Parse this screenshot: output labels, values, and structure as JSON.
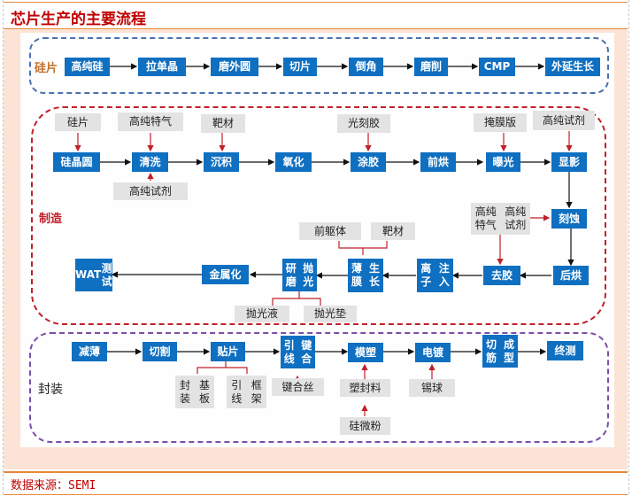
{
  "title": "芯片生产的主要流程",
  "footer": "数据来源：SEMI",
  "colors": {
    "node_fill": "#0f6fc0",
    "material_fill": "#e3e3e3",
    "silicon_border": "#4a72b0",
    "manufacturing_border": "#c0202a",
    "packaging_border": "#7a4fa8",
    "title_color": "#c00000",
    "accent_line": "#e8883a"
  },
  "silicon": {
    "label": "硅片",
    "steps": [
      "高纯硅",
      "拉单晶",
      "磨外圆",
      "切片",
      "倒角",
      "磨削",
      "CMP",
      "外延生长"
    ]
  },
  "manufacturing": {
    "label": "制造",
    "steps": {
      "wafer": "硅晶圆",
      "clean": "清洗",
      "deposit": "沉积",
      "oxidize": "氧化",
      "coat": "涂胶",
      "prebake": "前烘",
      "expose": "曝光",
      "develop": "显影",
      "etch": "刻蚀",
      "postbake": "后烘",
      "strip": "去胶",
      "implant_l1": "离子",
      "implant_l2": "注入",
      "film_l1": "薄膜",
      "film_l2": "生长",
      "cmp_l1": "研磨",
      "cmp_l2": "抛光",
      "metal": "金属化",
      "wat_l1": "WAT",
      "wat_l2": "测试"
    },
    "materials": {
      "wafer_in": "硅片",
      "gas": "高纯特气",
      "reagent_clean": "高纯试剂",
      "target": "靶材",
      "photoresist": "光刻胶",
      "mask": "掩膜版",
      "reagent_dev": "高纯试剂",
      "etch_gas": "高纯特气",
      "etch_reagent": "高纯试剂",
      "precursor": "前躯体",
      "target2": "靶材",
      "slurry": "抛光液",
      "pad": "抛光垫"
    }
  },
  "packaging": {
    "label": "封装",
    "steps": {
      "thin": "减薄",
      "dice": "切割",
      "attach": "贴片",
      "bond_l1": "引线",
      "bond_l2": "键合",
      "mold": "模塑",
      "plate": "电镀",
      "trim_l1": "切筋",
      "trim_l2": "成型",
      "test": "终测"
    },
    "materials": {
      "substrate_l1": "封装",
      "substrate_l2": "基板",
      "frame_l1": "引线",
      "frame_l2": "框架",
      "wire": "键合丝",
      "compound": "塑封料",
      "silica": "硅微粉",
      "solder": "锡球"
    }
  }
}
